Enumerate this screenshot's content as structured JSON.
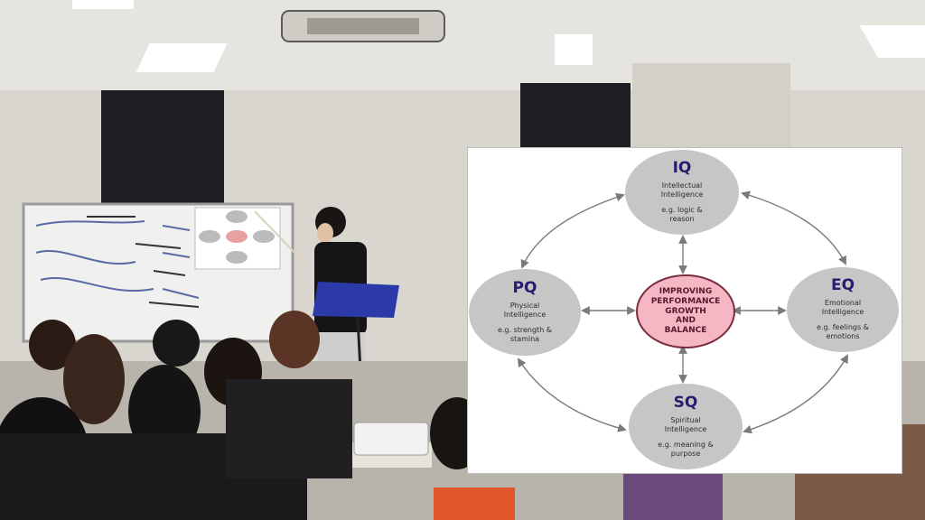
{
  "diagram": {
    "center": {
      "lines": [
        "IMPROVING",
        "PERFORMANCE",
        "GROWTH",
        "AND",
        "BALANCE"
      ]
    },
    "nodes": {
      "iq": {
        "abbr": "IQ",
        "name_lines": [
          "Intellectual",
          "Intelligence"
        ],
        "eg_lines": [
          "e.g. logic &",
          "reason"
        ]
      },
      "pq": {
        "abbr": "PQ",
        "name_lines": [
          "Physical",
          "Intelligence"
        ],
        "eg_lines": [
          "e.g. strength &",
          "stamina"
        ]
      },
      "eq": {
        "abbr": "EQ",
        "name_lines": [
          "Emotional",
          "Intelligence"
        ],
        "eg_lines": [
          "e.g. feelings &",
          "emotions"
        ]
      },
      "sq": {
        "abbr": "SQ",
        "name_lines": [
          "Spiritual",
          "Intelligence"
        ],
        "eg_lines": [
          "e.g. meaning &",
          "purpose"
        ]
      }
    },
    "colors": {
      "node_fill": "#c6c6c6",
      "center_fill": "#f4b7c3",
      "center_border": "#7a2d3e",
      "abbr_color": "#2a1b6e"
    }
  }
}
